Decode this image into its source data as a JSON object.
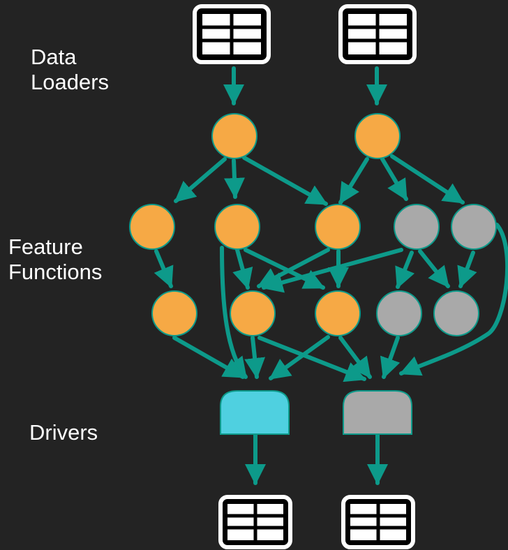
{
  "labels": {
    "data_loaders": [
      "Data",
      "Loaders"
    ],
    "feature_functions": [
      "Feature",
      "Functions"
    ],
    "drivers": [
      "Drivers"
    ]
  },
  "colors": {
    "background": "#232323",
    "edge": "#0d9a8a",
    "node_active": "#f6a945",
    "node_inactive": "#a9a9a9",
    "driver_active": "#4fd0e0",
    "driver_inactive": "#a9a9a9",
    "table_icon": "#ffffff"
  },
  "icons": {
    "inputs": [
      "table-icon",
      "table-icon"
    ],
    "outputs": [
      "table-icon",
      "table-icon"
    ]
  }
}
